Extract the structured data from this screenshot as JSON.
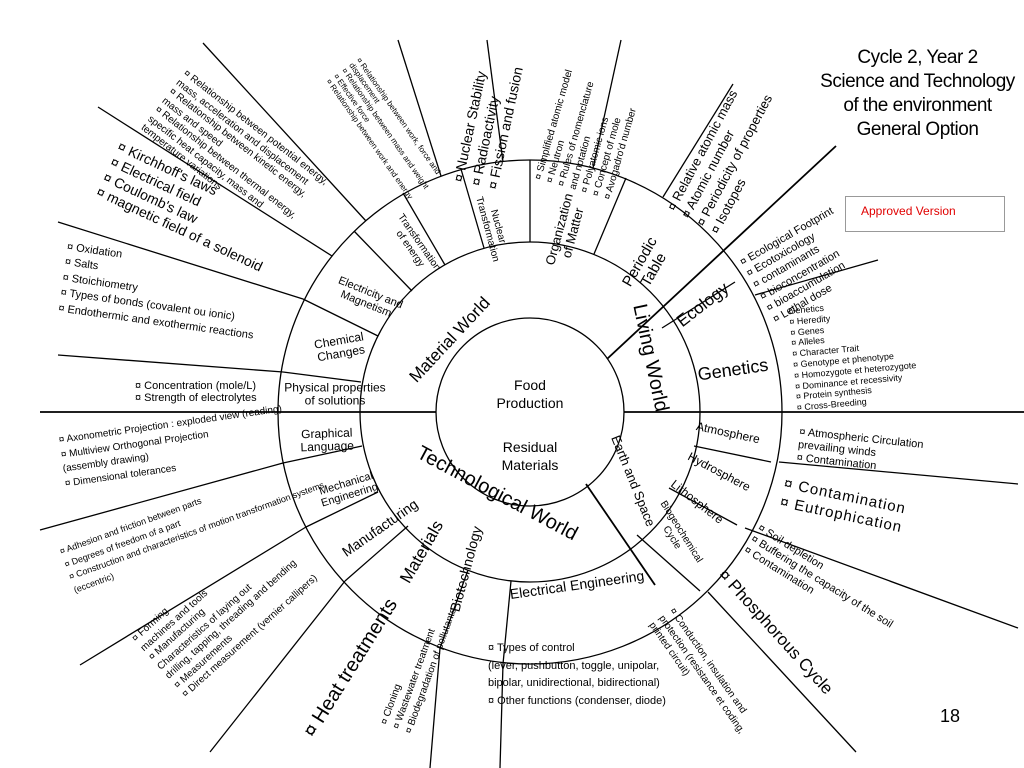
{
  "header": {
    "title_lines": [
      "Cycle 2, Year 2",
      "Science and Technology",
      "of the environment",
      "General Option"
    ],
    "approved_label": "Approved Version",
    "page_number": "18"
  },
  "center": {
    "line1": "Food",
    "line2": "Production",
    "line3": "Residual",
    "line4": "Materials"
  },
  "worlds": {
    "material": "Material World",
    "living": "Living World",
    "technological": "Technological World",
    "earth_space": "Earth and Space"
  },
  "concepts": {
    "physical_properties": [
      "Physical properties",
      "of solutions"
    ],
    "chemical_changes": [
      "Chemical",
      "Changes"
    ],
    "electricity_magnetism": [
      "Electricity and",
      "Magnetism"
    ],
    "transformation_energy": [
      "Transformation",
      "of energy"
    ],
    "nuclear_transformation": [
      "Nuclear",
      "Transformation"
    ],
    "organization_matter": [
      "Organization",
      "of Matter"
    ],
    "periodic_table": [
      "Periodic",
      "Table"
    ],
    "ecology": "Ecology",
    "genetics": "Genetics",
    "atmosphere": "Atmosphere",
    "hydrosphere": "Hydrosphere",
    "lithosphere": "Lithosphere",
    "biogeochemical": [
      "Biogeochemical",
      "Cycle"
    ],
    "graphical_language": [
      "Graphical",
      "Language"
    ],
    "mechanical_engineering": [
      "Mechanical",
      "Engineering"
    ],
    "manufacturing": "Manufacturing",
    "materials": "Materials",
    "biotechnology": "Biotechnology",
    "electrical_engineering": "Electrical Engineering"
  },
  "topics": {
    "physical_solutions": [
      "¤  Concentration (mole/L)",
      "¤  Strength of electrolytes"
    ],
    "chemical": [
      "¤  Oxidation",
      "¤  Salts",
      "¤  Stoichiometry",
      "¤  Types of bonds (covalent ou ionic)",
      "¤  Endothermic and exothermic reactions"
    ],
    "electricity": [
      "¤  Kirchhoff's laws",
      "¤  Electrical field",
      "¤  Coulomb's law",
      "¤  magnetic field of a solenoid"
    ],
    "energy": [
      "¤  Relationship between potential energy,",
      "    mass, acceleration and displacement",
      "¤  Relationship between kinetic energy,",
      "    mass and speed",
      "¤  Relationship between thermal energy,",
      "    specific heat capacity, mass and",
      "    temperature variations"
    ],
    "energy_small": [
      "¤  Relationship between work, force and",
      "    displacement",
      "¤  Relationship between mass and weight",
      "¤  Effective force",
      "¤  Relationship between work and energy"
    ],
    "nuclear": [
      "¤  Nuclear Stability",
      "¤  Radioactivity",
      "¤  Fission and fusion"
    ],
    "matter": [
      "¤  Simplified atomic model",
      "¤  Neutron",
      "¤  Rules of nomenclature",
      "    and notation",
      "¤  Polyatomic ions",
      "¤  Concept of mole",
      "¤  Avogadro'd number"
    ],
    "periodic": [
      "¤  Relative atomic mass",
      "¤  Atomic number",
      "¤  Periodicity of properties",
      "¤  Isotopes"
    ],
    "ecology": [
      "¤  Ecological Footprint",
      "¤  Ecotoxicology",
      "¤  contaminants",
      "¤  bioconcentration",
      "¤  bioaccumulation",
      "¤  Lethal dose"
    ],
    "genetics": [
      "Genetics",
      "¤  Heredity",
      "¤  Genes",
      "¤  Alleles",
      "¤  Character Trait",
      "¤  Genotype et phenotype",
      "¤  Homozygote et heterozygote",
      "¤  Dominance et recessivity",
      "¤  Protein synthesis",
      "¤  Cross-Breeding"
    ],
    "atmosphere": [
      "¤  Atmospheric Circulation",
      "    prevailing winds",
      "¤  Contamination"
    ],
    "hydrosphere": [
      "¤  Contamination",
      "¤  Eutrophication"
    ],
    "lithosphere": [
      "¤  Soil depletion",
      "¤  Buffering the capacity of the soil",
      "¤  Contamination"
    ],
    "biogeochemical": "¤  Phosphorous Cycle",
    "graphical": [
      "¤  Axonometric Projection : exploded view (reading)",
      "¤  Multiview Orthogonal Projection",
      "    (assembly drawing)",
      "¤  Dimensional tolerances"
    ],
    "mechanical": [
      "¤  Adhesion and friction between parts",
      "¤  Degrees of freedom of a part",
      "¤  Construction and characteristics of motion transformation systems",
      "    (eccentric)"
    ],
    "manufacturing": [
      "¤  Forming",
      "    machines and tools",
      "¤  Manufacturing",
      "    Characteristics of laying out",
      "    drilling, tapping, threading and bending",
      "¤  Measurements",
      "¤  Direct measurement (vernier callipers)"
    ],
    "materials": "¤  Heat treatments",
    "biotechnology": [
      "¤  Cloning",
      "¤  Wastewater treatment",
      "¤  Biodegradation of pollutants"
    ],
    "electrical": [
      "¤  Types of control",
      "    (lever, pushbutton, toggle, unipolar,",
      "    bipolar, unidirectional, bidirectional)",
      "¤  Other functions (condenser, diode)"
    ],
    "electrical_conduction": [
      "¤  Conduction, insulation and",
      "    protection (resistance et coding,",
      "    printed circuit)"
    ]
  }
}
